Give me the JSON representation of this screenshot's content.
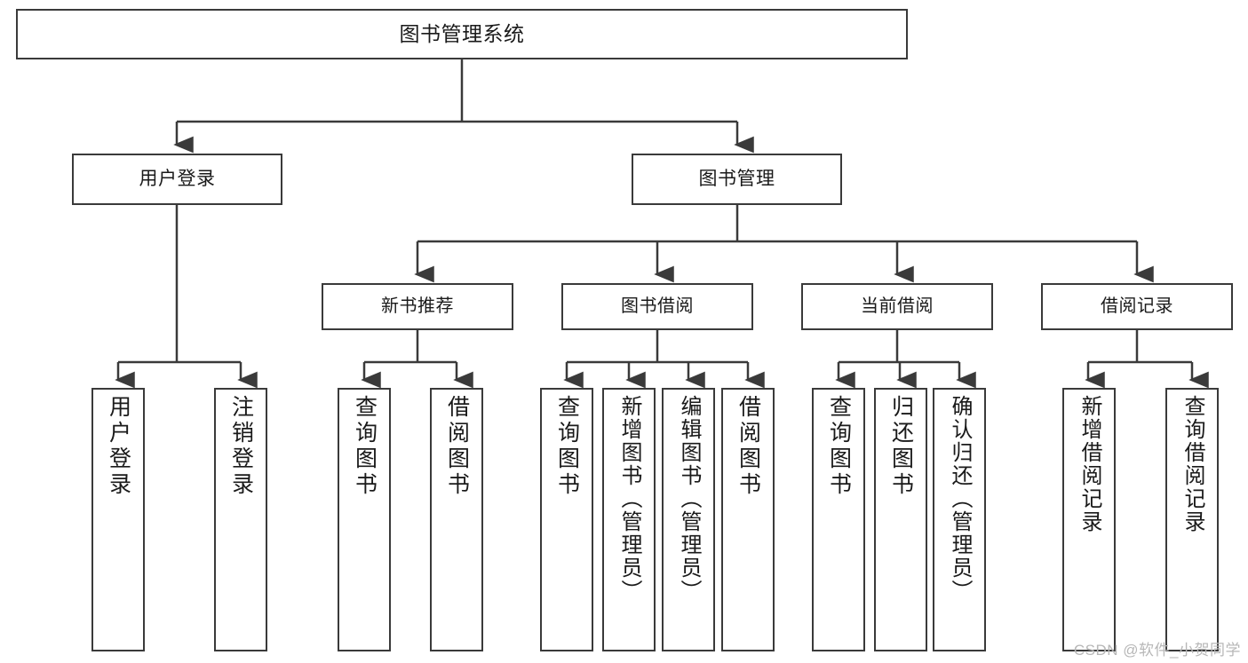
{
  "diagram": {
    "title": "图书管理系统",
    "watermark": "CSDN @软件_小贺同学",
    "colors": {
      "stroke": "#3a3a3a",
      "background": "#ffffff",
      "text": "#1a1a1a",
      "watermark": "#b7b7b7"
    },
    "root": {
      "label": "图书管理系统"
    },
    "level2": [
      {
        "label": "用户登录"
      },
      {
        "label": "图书管理"
      }
    ],
    "level3": [
      {
        "label": "新书推荐"
      },
      {
        "label": "图书借阅"
      },
      {
        "label": "当前借阅"
      },
      {
        "label": "借阅记录"
      }
    ],
    "leaves": {
      "user_login": [
        {
          "label": "用户登录"
        },
        {
          "label": "注销登录"
        }
      ],
      "new_book": [
        {
          "label": "查询图书"
        },
        {
          "label": "借阅图书"
        }
      ],
      "borrow_book": [
        {
          "label": "查询图书"
        },
        {
          "label": "新增图书（管理员）"
        },
        {
          "label": "编辑图书（管理员）"
        },
        {
          "label": "借阅图书"
        }
      ],
      "current_borrow": [
        {
          "label": "查询图书"
        },
        {
          "label": "归还图书"
        },
        {
          "label": "确认归还（管理员）"
        }
      ],
      "borrow_record": [
        {
          "label": "新增借阅记录"
        },
        {
          "label": "查询借阅记录"
        }
      ]
    }
  }
}
